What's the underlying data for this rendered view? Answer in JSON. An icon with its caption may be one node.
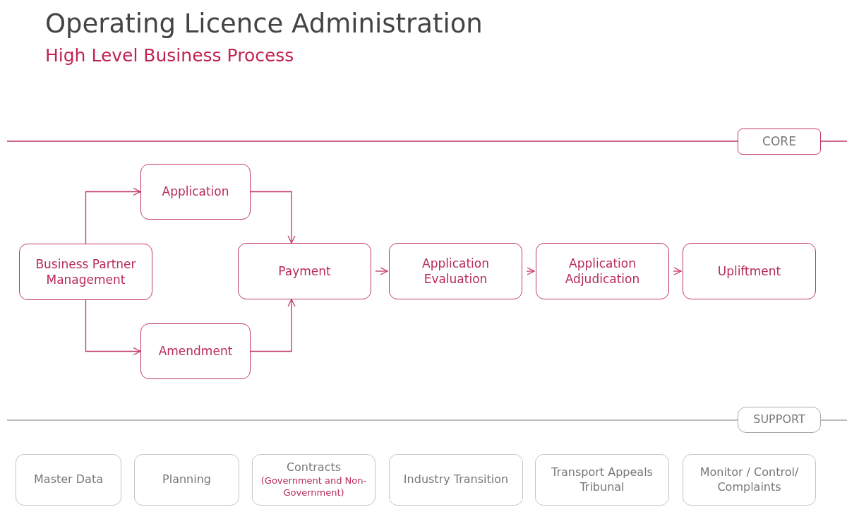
{
  "diagram": {
    "title": "Operating Licence Administration",
    "caption": "High Level Business Process",
    "nodes": [
      {
        "text": [
          "CORE"
        ]
      },
      {
        "text": [
          "Business Partner Management"
        ]
      },
      {
        "text": [
          "Application"
        ]
      },
      {
        "text": [
          "Amendment"
        ]
      },
      {
        "text": [
          "Payment"
        ]
      },
      {
        "text": [
          "Application Evaluation"
        ]
      },
      {
        "text": [
          "Application Adjudication"
        ]
      },
      {
        "text": [
          "Upliftment"
        ]
      },
      {
        "text": [
          "SUPPORT"
        ]
      },
      {
        "text": [
          "Master Data"
        ]
      },
      {
        "text": [
          "Planning"
        ]
      },
      {
        "text": [
          "Contracts",
          "(Government and Non-Government)"
        ]
      },
      {
        "text": [
          "Industry Transition"
        ]
      },
      {
        "text": [
          "Transport Appeals Tribunal"
        ]
      },
      {
        "text": [
          "Monitor / Control/ Complaints"
        ]
      }
    ],
    "edges": [
      {
        "from": 1,
        "to": 2,
        "arrow": "to"
      },
      {
        "from": 1,
        "to": 3,
        "arrow": "to"
      },
      {
        "from": 2,
        "to": 4,
        "arrow": "to"
      },
      {
        "from": 3,
        "to": 4,
        "arrow": "to"
      },
      {
        "from": 4,
        "to": 5,
        "arrow": "to"
      },
      {
        "from": 5,
        "to": 6,
        "arrow": "to"
      },
      {
        "from": 6,
        "to": 7,
        "arrow": "to"
      }
    ]
  }
}
